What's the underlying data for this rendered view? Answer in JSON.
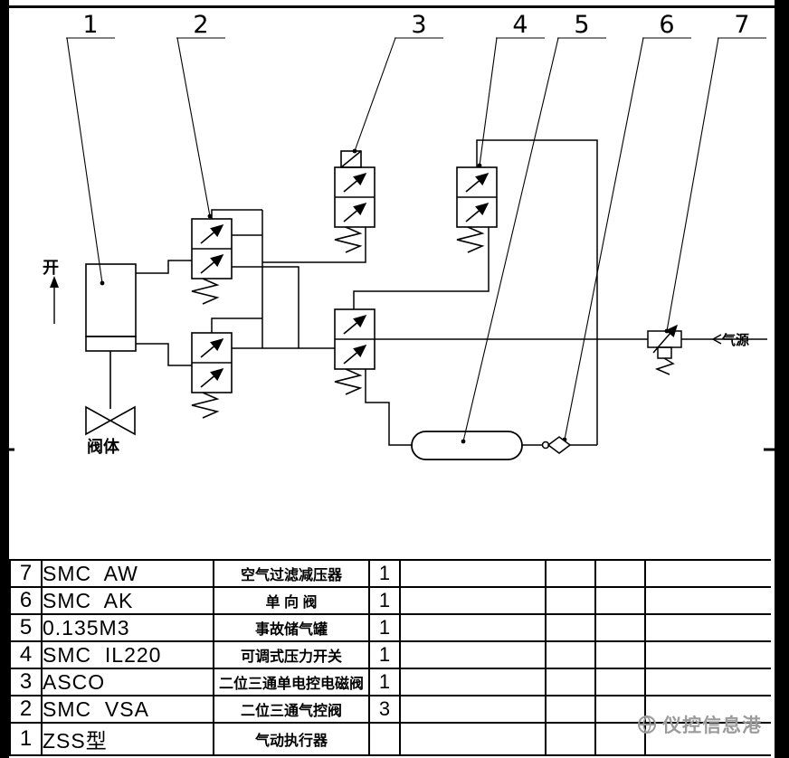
{
  "sheet": {
    "callouts": [
      "1",
      "2",
      "3",
      "4",
      "5",
      "6",
      "7"
    ],
    "labels": {
      "open": "开",
      "valve_body": "阀体",
      "air_source": "气源"
    }
  },
  "bom": {
    "rows": [
      {
        "no": "7",
        "model": "SMC  AW",
        "desc": "空气过滤减压器",
        "qty": "1"
      },
      {
        "no": "6",
        "model": "SMC  AK",
        "desc": "单 向 阀",
        "qty": "1"
      },
      {
        "no": "5",
        "model": "0.135M3",
        "desc": "事故储气罐",
        "qty": "1"
      },
      {
        "no": "4",
        "model": "SMC  IL220",
        "desc": "可调式压力开关",
        "qty": "1"
      },
      {
        "no": "3",
        "model": "ASCO",
        "desc": "二位三通单电控电磁阀",
        "qty": "1"
      },
      {
        "no": "2",
        "model": "SMC  VSA",
        "desc": "二位三通气控阀",
        "qty": "3"
      },
      {
        "no": "1",
        "model": "ZSS型",
        "desc": "气动执行器",
        "qty": ""
      }
    ]
  },
  "watermark": {
    "text": "仪控信息港"
  }
}
